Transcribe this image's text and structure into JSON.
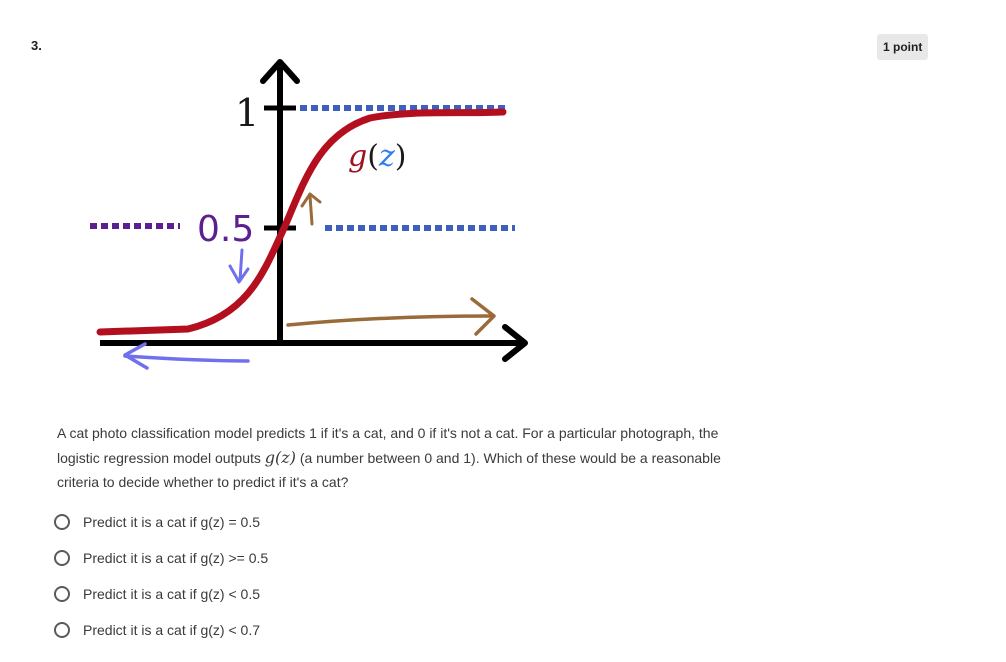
{
  "question": {
    "number": "3.",
    "points": "1 point",
    "text_line1": "A cat photo classification model predicts 1 if it's a cat, and 0 if it's not a cat. For a particular photograph, the",
    "text_line2_before": "logistic regression model outputs ",
    "text_line2_math": "g(z)",
    "text_line2_after": " (a number between 0 and 1). Which of these would be a reasonable",
    "text_line3": "criteria to decide whether to predict if it's a cat?"
  },
  "figure": {
    "label_one": "1",
    "label_half": "0.5",
    "label_func_g": "g",
    "label_func_open": "(",
    "label_func_z": "z",
    "label_func_close": ")",
    "colors": {
      "axis": "#000000",
      "sigmoid": "#b30f1e",
      "dotted_top": "#3f5fbf",
      "dotted_half": "#5b1f8f",
      "brown_arrow": "#9a6a3a",
      "blue_arrow": "#7070ee",
      "func_label": "#a01020",
      "z_label": "#2f80ed"
    }
  },
  "options": [
    {
      "label": "Predict it is a cat if g(z) = 0.5"
    },
    {
      "label": "Predict it is a cat if g(z) >= 0.5"
    },
    {
      "label": "Predict it is a cat if g(z) < 0.5"
    },
    {
      "label": "Predict it is a cat if g(z) < 0.7"
    }
  ]
}
